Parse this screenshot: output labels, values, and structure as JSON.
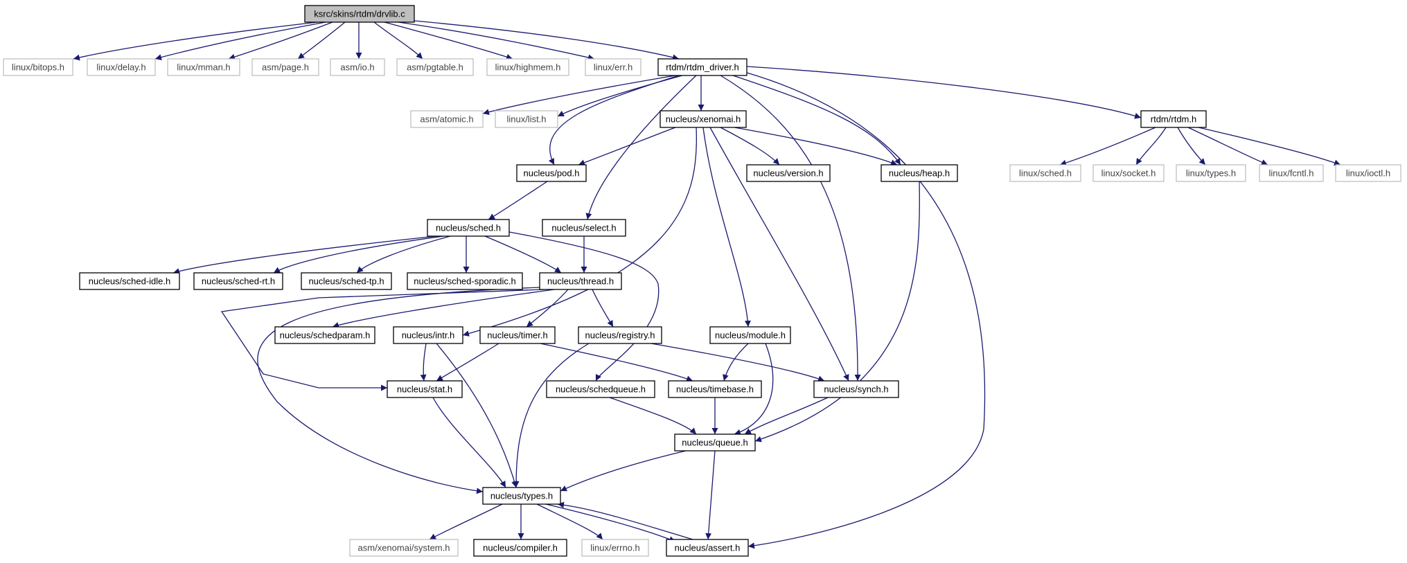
{
  "graph": {
    "colors": {
      "edge": "#191970",
      "root_fill": "#bfbfbf",
      "node_border": "#000000",
      "external_border": "#bfbfbf",
      "external_text": "#444444",
      "text": "#000000"
    },
    "nodes": [
      {
        "id": "drvlib",
        "label": "ksrc/skins/rtdm/drvlib.c",
        "kind": "root"
      },
      {
        "id": "bitops",
        "label": "linux/bitops.h",
        "kind": "external"
      },
      {
        "id": "delay",
        "label": "linux/delay.h",
        "kind": "external"
      },
      {
        "id": "mman",
        "label": "linux/mman.h",
        "kind": "external"
      },
      {
        "id": "page",
        "label": "asm/page.h",
        "kind": "external"
      },
      {
        "id": "io",
        "label": "asm/io.h",
        "kind": "external"
      },
      {
        "id": "pgtable",
        "label": "asm/pgtable.h",
        "kind": "external"
      },
      {
        "id": "highmem",
        "label": "linux/highmem.h",
        "kind": "external"
      },
      {
        "id": "err",
        "label": "linux/err.h",
        "kind": "external"
      },
      {
        "id": "rtdm_driver",
        "label": "rtdm/rtdm_driver.h",
        "kind": "internal"
      },
      {
        "id": "atomic",
        "label": "asm/atomic.h",
        "kind": "external"
      },
      {
        "id": "list",
        "label": "linux/list.h",
        "kind": "external"
      },
      {
        "id": "xenomai",
        "label": "nucleus/xenomai.h",
        "kind": "internal"
      },
      {
        "id": "rtdm_h",
        "label": "rtdm/rtdm.h",
        "kind": "internal"
      },
      {
        "id": "pod",
        "label": "nucleus/pod.h",
        "kind": "internal"
      },
      {
        "id": "version",
        "label": "nucleus/version.h",
        "kind": "internal"
      },
      {
        "id": "heap",
        "label": "nucleus/heap.h",
        "kind": "internal"
      },
      {
        "id": "lsched",
        "label": "linux/sched.h",
        "kind": "external"
      },
      {
        "id": "socket",
        "label": "linux/socket.h",
        "kind": "external"
      },
      {
        "id": "ltypes",
        "label": "linux/types.h",
        "kind": "external"
      },
      {
        "id": "fcntl",
        "label": "linux/fcntl.h",
        "kind": "external"
      },
      {
        "id": "ioctl",
        "label": "linux/ioctl.h",
        "kind": "external"
      },
      {
        "id": "nsched",
        "label": "nucleus/sched.h",
        "kind": "internal"
      },
      {
        "id": "select",
        "label": "nucleus/select.h",
        "kind": "internal"
      },
      {
        "id": "sidle",
        "label": "nucleus/sched-idle.h",
        "kind": "internal"
      },
      {
        "id": "srt",
        "label": "nucleus/sched-rt.h",
        "kind": "internal"
      },
      {
        "id": "stp",
        "label": "nucleus/sched-tp.h",
        "kind": "internal"
      },
      {
        "id": "ssporadic",
        "label": "nucleus/sched-sporadic.h",
        "kind": "internal"
      },
      {
        "id": "thread",
        "label": "nucleus/thread.h",
        "kind": "internal"
      },
      {
        "id": "schedparam",
        "label": "nucleus/schedparam.h",
        "kind": "internal"
      },
      {
        "id": "intr",
        "label": "nucleus/intr.h",
        "kind": "internal"
      },
      {
        "id": "timer",
        "label": "nucleus/timer.h",
        "kind": "internal"
      },
      {
        "id": "registry",
        "label": "nucleus/registry.h",
        "kind": "internal"
      },
      {
        "id": "module",
        "label": "nucleus/module.h",
        "kind": "internal"
      },
      {
        "id": "stat",
        "label": "nucleus/stat.h",
        "kind": "internal"
      },
      {
        "id": "schedqueue",
        "label": "nucleus/schedqueue.h",
        "kind": "internal"
      },
      {
        "id": "timebase",
        "label": "nucleus/timebase.h",
        "kind": "internal"
      },
      {
        "id": "synch",
        "label": "nucleus/synch.h",
        "kind": "internal"
      },
      {
        "id": "queue",
        "label": "nucleus/queue.h",
        "kind": "internal"
      },
      {
        "id": "ntypes",
        "label": "nucleus/types.h",
        "kind": "internal"
      },
      {
        "id": "system",
        "label": "asm/xenomai/system.h",
        "kind": "external"
      },
      {
        "id": "compiler",
        "label": "nucleus/compiler.h",
        "kind": "internal"
      },
      {
        "id": "errno",
        "label": "linux/errno.h",
        "kind": "external"
      },
      {
        "id": "assert",
        "label": "nucleus/assert.h",
        "kind": "internal"
      }
    ],
    "edges": [
      {
        "from": "drvlib",
        "to": "bitops"
      },
      {
        "from": "drvlib",
        "to": "delay"
      },
      {
        "from": "drvlib",
        "to": "mman"
      },
      {
        "from": "drvlib",
        "to": "page"
      },
      {
        "from": "drvlib",
        "to": "io"
      },
      {
        "from": "drvlib",
        "to": "pgtable"
      },
      {
        "from": "drvlib",
        "to": "highmem"
      },
      {
        "from": "drvlib",
        "to": "err"
      },
      {
        "from": "drvlib",
        "to": "rtdm_driver"
      },
      {
        "from": "rtdm_driver",
        "to": "atomic"
      },
      {
        "from": "rtdm_driver",
        "to": "list"
      },
      {
        "from": "rtdm_driver",
        "to": "pod"
      },
      {
        "from": "rtdm_driver",
        "to": "select"
      },
      {
        "from": "rtdm_driver",
        "to": "xenomai"
      },
      {
        "from": "rtdm_driver",
        "to": "synch"
      },
      {
        "from": "rtdm_driver",
        "to": "heap"
      },
      {
        "from": "rtdm_driver",
        "to": "assert"
      },
      {
        "from": "rtdm_driver",
        "to": "rtdm_h"
      },
      {
        "from": "xenomai",
        "to": "pod"
      },
      {
        "from": "xenomai",
        "to": "intr"
      },
      {
        "from": "xenomai",
        "to": "module"
      },
      {
        "from": "xenomai",
        "to": "synch"
      },
      {
        "from": "xenomai",
        "to": "version"
      },
      {
        "from": "xenomai",
        "to": "heap"
      },
      {
        "from": "rtdm_h",
        "to": "lsched"
      },
      {
        "from": "rtdm_h",
        "to": "socket"
      },
      {
        "from": "rtdm_h",
        "to": "ltypes"
      },
      {
        "from": "rtdm_h",
        "to": "fcntl"
      },
      {
        "from": "rtdm_h",
        "to": "ioctl"
      },
      {
        "from": "pod",
        "to": "nsched"
      },
      {
        "from": "heap",
        "to": "queue"
      },
      {
        "from": "nsched",
        "to": "sidle"
      },
      {
        "from": "nsched",
        "to": "srt"
      },
      {
        "from": "nsched",
        "to": "stp"
      },
      {
        "from": "nsched",
        "to": "ssporadic"
      },
      {
        "from": "nsched",
        "to": "thread"
      },
      {
        "from": "nsched",
        "to": "schedqueue"
      },
      {
        "from": "select",
        "to": "thread"
      },
      {
        "from": "thread",
        "to": "schedparam"
      },
      {
        "from": "thread",
        "to": "timer"
      },
      {
        "from": "thread",
        "to": "registry"
      },
      {
        "from": "thread",
        "to": "stat"
      },
      {
        "from": "thread",
        "to": "ntypes"
      },
      {
        "from": "intr",
        "to": "stat"
      },
      {
        "from": "intr",
        "to": "ntypes"
      },
      {
        "from": "timer",
        "to": "stat"
      },
      {
        "from": "timer",
        "to": "timebase"
      },
      {
        "from": "registry",
        "to": "synch"
      },
      {
        "from": "registry",
        "to": "ntypes"
      },
      {
        "from": "module",
        "to": "timebase"
      },
      {
        "from": "module",
        "to": "queue"
      },
      {
        "from": "stat",
        "to": "ntypes"
      },
      {
        "from": "schedqueue",
        "to": "queue"
      },
      {
        "from": "timebase",
        "to": "queue"
      },
      {
        "from": "synch",
        "to": "queue"
      },
      {
        "from": "queue",
        "to": "ntypes"
      },
      {
        "from": "queue",
        "to": "assert"
      },
      {
        "from": "ntypes",
        "to": "system"
      },
      {
        "from": "ntypes",
        "to": "compiler"
      },
      {
        "from": "ntypes",
        "to": "errno"
      },
      {
        "from": "ntypes",
        "to": "assert"
      },
      {
        "from": "assert",
        "to": "ntypes"
      }
    ]
  }
}
